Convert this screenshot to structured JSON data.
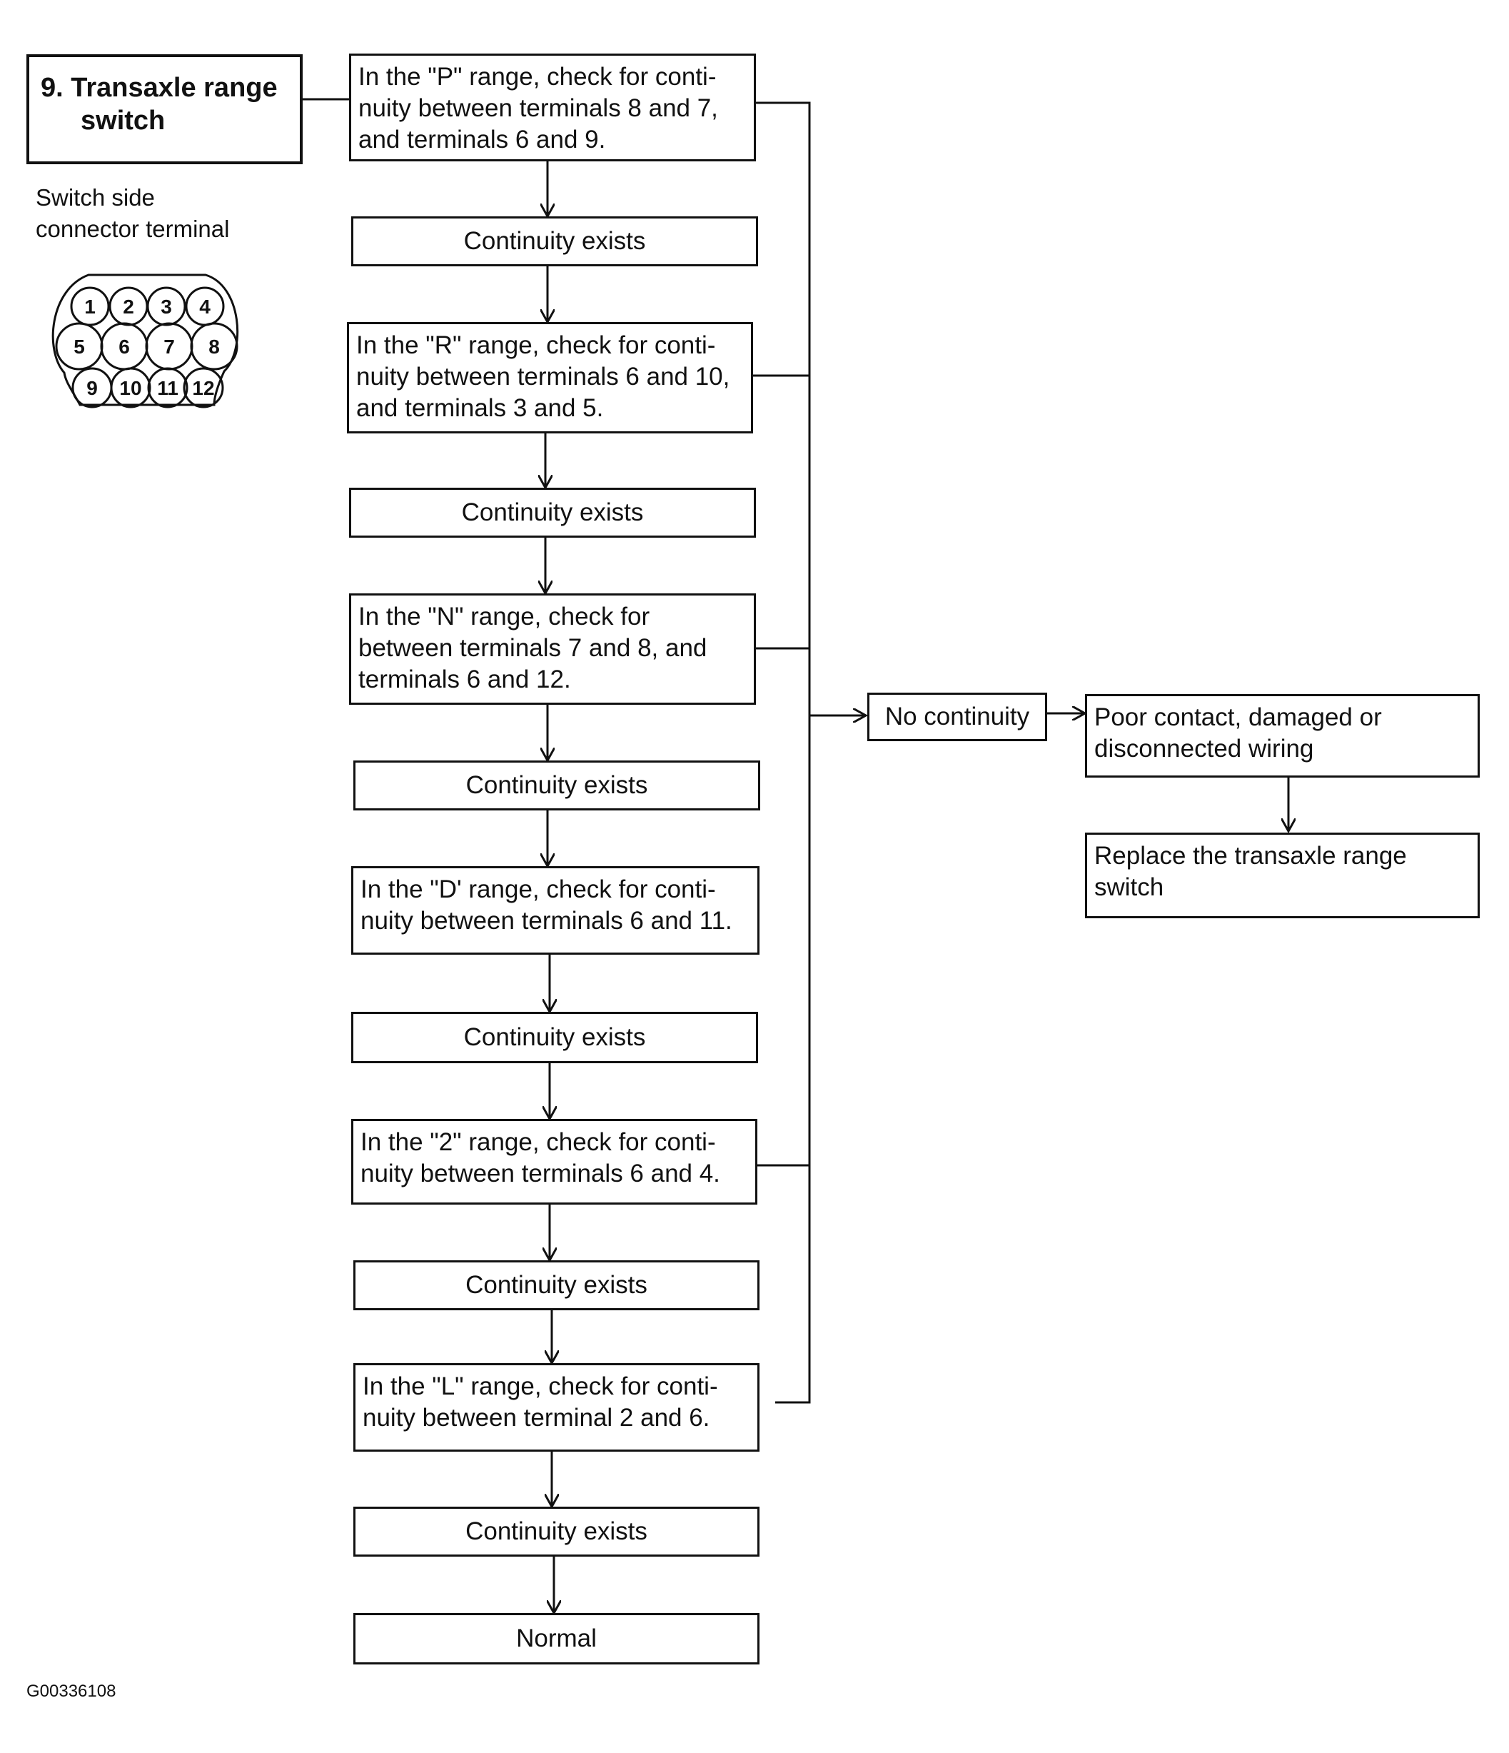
{
  "title": {
    "line1": "9. Transaxle range",
    "line2": "switch"
  },
  "connector_label": {
    "line1": "Switch side",
    "line2": "connector terminal"
  },
  "connector_pins": [
    "1",
    "2",
    "3",
    "4",
    "5",
    "6",
    "7",
    "8",
    "9",
    "10",
    "11",
    "12"
  ],
  "steps": [
    {
      "lines": [
        "In the \"P\" range, check for conti-",
        "nuity between terminals 8 and 7,",
        "and terminals 6 and 9."
      ]
    },
    {
      "lines": [
        "In the \"R\" range, check for conti-",
        "nuity between terminals 6 and 10,",
        "and terminals 3 and 5."
      ]
    },
    {
      "lines": [
        "In the \"N\" range, check for",
        "between terminals 7 and 8, and",
        "terminals 6 and 12."
      ]
    },
    {
      "lines": [
        "In the \"D' range, check for conti-",
        "nuity between terminals 6 and 11."
      ]
    },
    {
      "lines": [
        "In the \"2\" range, check for conti-",
        "nuity between terminals 6 and 4."
      ]
    },
    {
      "lines": [
        "In the \"L\" range, check for conti-",
        "nuity between terminal 2 and 6."
      ]
    }
  ],
  "continuity_label": "Continuity exists",
  "normal_label": "Normal",
  "no_continuity_label": "No continuity",
  "fault": {
    "line1": "Poor contact, damaged or",
    "line2": "disconnected wiring"
  },
  "action": {
    "line1": "Replace the transaxle range",
    "line2": "switch"
  },
  "figure_code": "G00336108"
}
